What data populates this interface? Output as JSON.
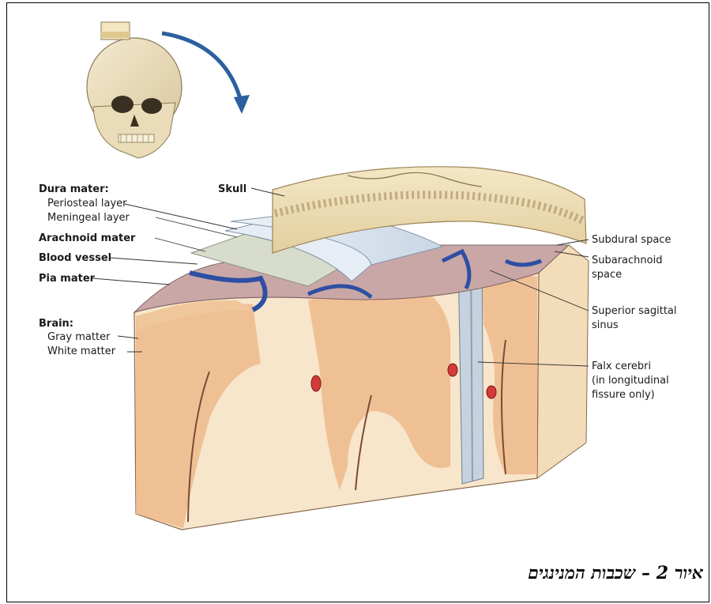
{
  "labels_left": {
    "dura_mater": "Dura mater:",
    "periosteal_layer": "Periosteal layer",
    "meningeal_layer": "Meningeal layer",
    "arachnoid_mater": "Arachnoid mater",
    "blood_vessel": "Blood vessel",
    "pia_mater": "Pia mater",
    "brain": "Brain:",
    "gray_matter": "Gray matter",
    "white_matter": "White matter"
  },
  "labels_top": {
    "skull": "Skull"
  },
  "labels_right": {
    "subdural_space": "Subdural space",
    "subarachnoid_1": "Subarachnoid",
    "subarachnoid_2": "space",
    "sagittal_1": "Superior sagittal",
    "sagittal_2": "sinus",
    "falx_1": "Falx cerebri",
    "falx_2": "(in longitudinal",
    "falx_3": "fissure only)"
  },
  "caption": "איור 2 – שכבות המנינגים",
  "colors": {
    "bone": "#efe2bd",
    "gray_matter": "#eeb98c",
    "white_matter": "#f7e6cb",
    "vessel": "#2d4fa3",
    "arrow": "#2c5f9e"
  }
}
